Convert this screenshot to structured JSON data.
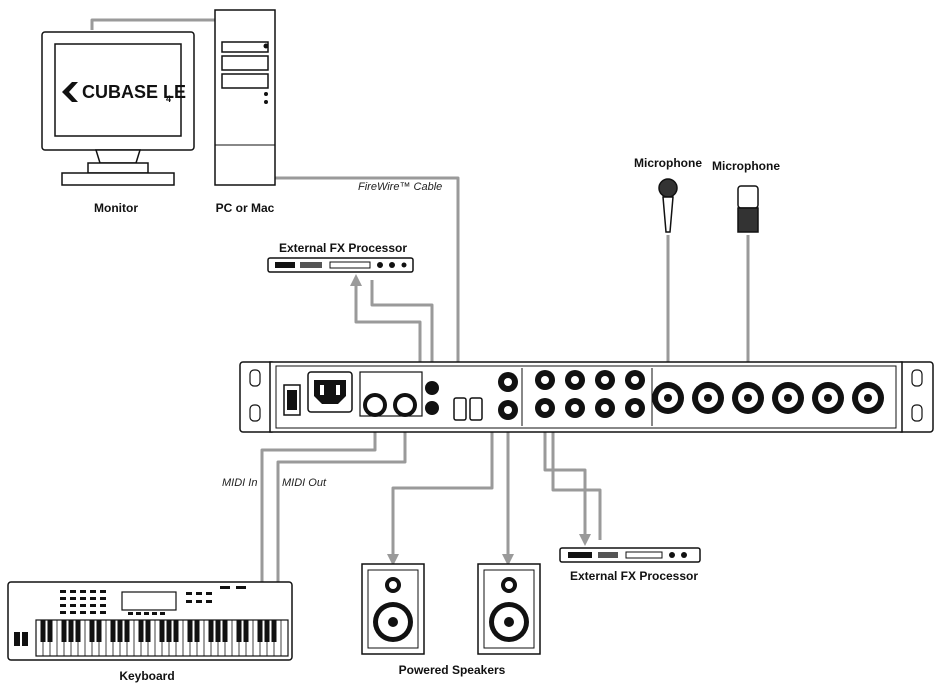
{
  "screen": {
    "app_name": "CUBASE LE",
    "app_version": "4"
  },
  "labels": {
    "monitor": "Monitor",
    "pc": "PC or Mac",
    "firewire": "FireWire™ Cable",
    "fx_top": "External FX Processor",
    "fx_bottom": "External FX Processor",
    "mic_dynamic": "Microphone",
    "mic_condenser": "Microphone",
    "midi_in": "MIDI In",
    "midi_out": "MIDI Out",
    "keyboard": "Keyboard",
    "speakers": "Powered Speakers"
  },
  "colors": {
    "cable": "#9a9a9a",
    "outline": "#111111",
    "fill": "#ffffff",
    "dark": "#222222"
  },
  "icons": {
    "cubase_logo": "cubase-logo-icon",
    "xlr_jack": "xlr-jack-icon",
    "power_switch": "power-switch-icon"
  }
}
